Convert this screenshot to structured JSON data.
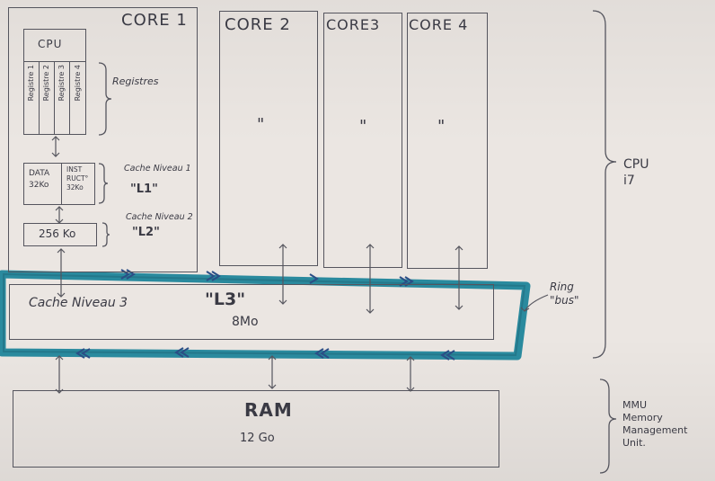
{
  "cores": [
    {
      "label": "CORE 1"
    },
    {
      "label": "CORE 2",
      "mark": "\""
    },
    {
      "label": "CORE3",
      "mark": "\""
    },
    {
      "label": "CORE 4",
      "mark": "\""
    }
  ],
  "core1": {
    "cpu": "CPU",
    "registers": [
      "Registre 1",
      "Registre 2",
      "Registre 3",
      "Registre 4"
    ],
    "registers_note": "Registres",
    "l1": {
      "data": "DATA\n32Ko",
      "inst": "INST\nRUCT°\n32Ko",
      "note": "Cache Niveau 1",
      "tag": "\"L1\""
    },
    "l2": {
      "size": "256 Ko",
      "note": "Cache Niveau 2",
      "tag": "\"L2\""
    }
  },
  "l3": {
    "label": "Cache Niveau 3",
    "tag": "\"L3\"",
    "size": "8Mo"
  },
  "ring": {
    "label": "Ring\n\"bus\"",
    "color": "#2a8a9e"
  },
  "cpu_group": {
    "label": "CPU\ni7"
  },
  "ram": {
    "label": "RAM",
    "size": "12 Go"
  },
  "mmu": {
    "label": "MMU\nMemory\nManagement\nUnit."
  }
}
